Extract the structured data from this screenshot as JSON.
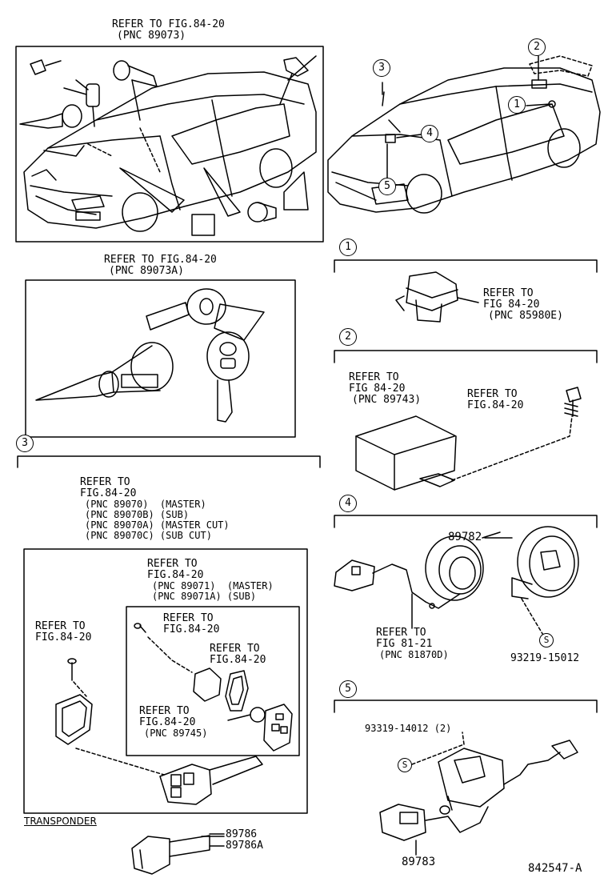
{
  "top_left": {
    "ref_line1": "REFER TO FIG.84-20",
    "ref_line2": "(PNC 89073)"
  },
  "top_mid": {
    "ref_line1": "REFER TO FIG.84-20",
    "ref_line2": "(PNC 89073A)"
  },
  "car_callouts": [
    "1",
    "2",
    "3",
    "4",
    "5"
  ],
  "section1": {
    "marker": "1",
    "ref": [
      "REFER TO",
      "FIG 84-20",
      "(PNC 85980E)"
    ]
  },
  "section2": {
    "marker": "2",
    "ref_a": [
      "REFER TO",
      "FIG 84-20",
      "(PNC 89743)"
    ],
    "ref_b": [
      "REFER TO",
      "FIG.84-20"
    ]
  },
  "section3": {
    "marker": "3",
    "ref_main": [
      "REFER TO",
      "FIG.84-20",
      "(PNC 89070)  (MASTER)",
      "(PNC 89070B) (SUB)",
      "(PNC 89070A) (MASTER CUT)",
      "(PNC 89070C) (SUB CUT)"
    ],
    "ref_inner": [
      "REFER TO",
      "FIG.84-20",
      "(PNC 89071)  (MASTER)",
      "(PNC 89071A) (SUB)"
    ],
    "ref_left": [
      "REFER TO",
      "FIG.84-20"
    ],
    "ref_screw": [
      "REFER TO",
      "FIG.84-20"
    ],
    "ref_case": [
      "REFER TO",
      "FIG.84-20"
    ],
    "ref_battery": [
      "REFER TO",
      "FIG.84-20",
      "(PNC 89745)"
    ],
    "transponder": "TRANSPONDER",
    "part_a": "89786",
    "part_b": "89786A"
  },
  "section4": {
    "marker": "4",
    "part_main": "89782",
    "ref": [
      "REFER TO",
      "FIG 81-21",
      "(PNC 81870D)"
    ],
    "screw_mark": "S",
    "screw_part": "93219-15012"
  },
  "section5": {
    "marker": "5",
    "screw_part": "93319-14012 (2)",
    "screw_mark": "S",
    "part_main": "89783"
  },
  "figure_id": "842547-A"
}
